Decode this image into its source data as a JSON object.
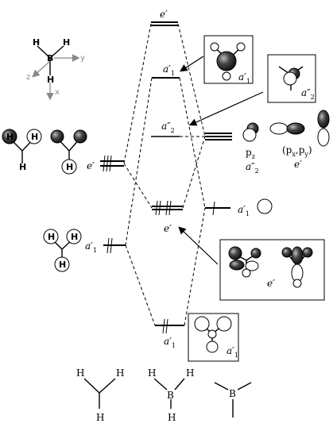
{
  "structures": {
    "bh3_axes": {
      "atom_H": "H",
      "atom_B": "B",
      "axis_x": "x",
      "axis_y": "y",
      "axis_z": "z"
    },
    "bottom_h3": {
      "atom_H": "H"
    },
    "bottom_bh3": {
      "atom_B": "B",
      "atom_H": "H"
    },
    "bottom_b": {
      "atom_B": "B"
    }
  },
  "left_fragments": {
    "e_prime_group_label": "e′",
    "e_prime_group_atom": "H",
    "a1_prime_group_label": "a′",
    "a1_prime_group_sub": "1",
    "a1_prime_group_atom": "H"
  },
  "mo_levels": {
    "top_e_prime": "e′",
    "a1_prime_upper": "a′",
    "a1_prime_upper_sub": "1",
    "a2_double_prime": "a″",
    "a2_double_prime_sub": "2",
    "e_prime_middle": "e′",
    "a1_prime_lower": "a′",
    "a1_prime_lower_sub": "1"
  },
  "right_boron": {
    "pz_label": "p",
    "pz_sub": "z",
    "pz_sym": "a″",
    "pz_sym_sub": "2",
    "pxpy_label": "(p",
    "pxpy_sub1": "x",
    "pxpy_comma": ",p",
    "pxpy_sub2": "y",
    "pxpy_close": ")",
    "pxpy_sym": "e′",
    "s_sym": "a′",
    "s_sym_sub": "1"
  },
  "boxes": {
    "top_a1_label": "a′",
    "top_a1_sub": "1",
    "a2_label": "a″",
    "a2_sub": "2",
    "e_label": "e′",
    "bottom_a1_label": "a′",
    "bottom_a1_sub": "1"
  },
  "colors": {
    "lobe_dark": "#1a1a1a",
    "lobe_light": "#ffffff",
    "axis_gray": "#888888"
  }
}
